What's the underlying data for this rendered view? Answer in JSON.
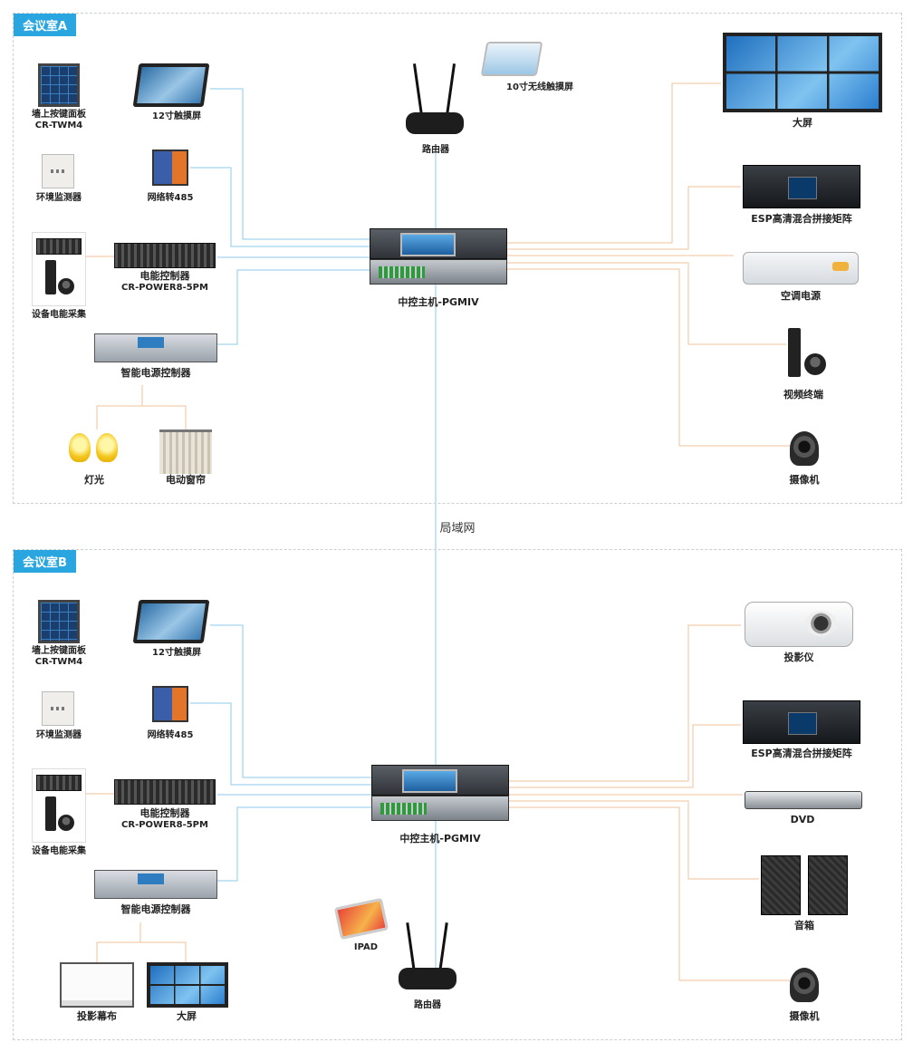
{
  "colors": {
    "room_tag": "#29a6e0",
    "blue_line": "#8ecbe8",
    "orange_line": "#f2c39a",
    "border": "#c9cfd6"
  },
  "network_label": "局域网",
  "room_a": {
    "tag": "会议室A",
    "left": {
      "wall_panel": [
        "墙上按键面板",
        "CR-TWM4"
      ],
      "env_sensor": "环境监测器",
      "power_collect": "设备电能采集",
      "touch12": "12寸触摸屏",
      "net485": "网络转485",
      "power_ctrl": [
        "电能控制器",
        "CR-POWER8-5PM"
      ],
      "smart_power": "智能电源控制器",
      "light": "灯光",
      "curtain": "电动窗帘"
    },
    "center": {
      "router": "路由器",
      "touch10": "10寸无线触摸屏",
      "host": "中控主机-PGMIV"
    },
    "right": [
      "大屏",
      "ESP高清混合拼接矩阵",
      "空调电源",
      "视频终端",
      "摄像机"
    ]
  },
  "room_b": {
    "tag": "会议室B",
    "left": {
      "wall_panel": [
        "墙上按键面板",
        "CR-TWM4"
      ],
      "env_sensor": "环境监测器",
      "power_collect": "设备电能采集",
      "touch12": "12寸触摸屏",
      "net485": "网络转485",
      "power_ctrl": [
        "电能控制器",
        "CR-POWER8-5PM"
      ],
      "smart_power": "智能电源控制器",
      "screen": "投影幕布",
      "bigscreen": "大屏"
    },
    "center": {
      "router": "路由器",
      "ipad": "IPAD",
      "host": "中控主机-PGMIV"
    },
    "right": [
      "投影仪",
      "ESP高清混合拼接矩阵",
      "DVD",
      "音箱",
      "摄像机"
    ]
  }
}
